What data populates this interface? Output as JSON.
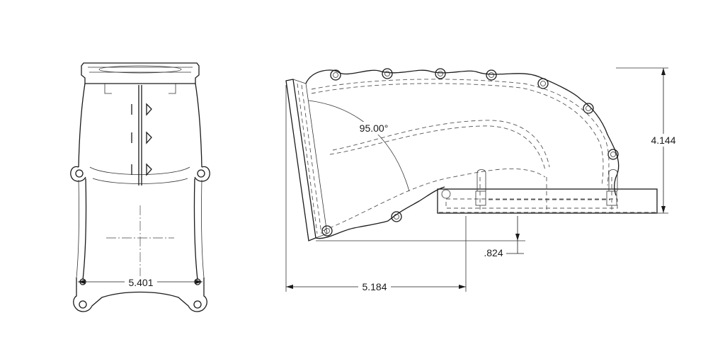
{
  "dimensions": {
    "front_width": "5.401",
    "side_length": "5.184",
    "height": "4.144",
    "offset": ".824",
    "angle": "95.00°"
  }
}
